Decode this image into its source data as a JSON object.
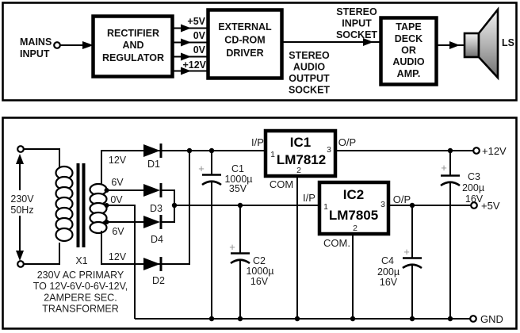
{
  "top": {
    "mains": [
      "MAINS",
      "INPUT"
    ],
    "rectifier_box": [
      "RECTIFIER",
      "AND",
      "REGULATOR"
    ],
    "rails": [
      "+5V",
      "0V",
      "0V",
      "+12V"
    ],
    "cdrom_box": [
      "EXTERNAL",
      "CD-ROM",
      "DRIVER"
    ],
    "input_socket": [
      "STEREO",
      "INPUT",
      "SOCKET"
    ],
    "output_socket": [
      "STEREO",
      "AUDIO",
      "OUTPUT",
      "SOCKET"
    ],
    "tape_box": [
      "TAPE",
      "DECK",
      "OR",
      "AUDIO",
      "AMP."
    ],
    "speaker_label": "LS"
  },
  "schematic": {
    "source": [
      "230V",
      "50Hz"
    ],
    "xfmr_ref": "X1",
    "xfmr_desc": [
      "230V AC PRIMARY",
      "TO 12V-6V-0-6V-12V,",
      "2AMPERE SEC.",
      "TRANSFORMER"
    ],
    "taps": [
      "12V",
      "6V",
      "0V",
      "6V",
      "12V"
    ],
    "diodes": [
      "D1",
      "D3",
      "D4",
      "D2"
    ],
    "caps": [
      [
        "C1",
        "1000µ",
        "35V"
      ],
      [
        "C2",
        "1000µ",
        "16V"
      ],
      [
        "C3",
        "200µ",
        "16V"
      ],
      [
        "C4",
        "200µ",
        "16V"
      ]
    ],
    "plus": "+",
    "ic1": {
      "ref": "IC1",
      "part": "LM7812",
      "in": "I/P",
      "out": "O/P",
      "com": "COM",
      "p1": "1",
      "p2": "2",
      "p3": "3"
    },
    "ic2": {
      "ref": "IC2",
      "part": "LM7805",
      "in": "I/P",
      "out": "O/P",
      "com": "COM.",
      "p1": "1",
      "p2": "2",
      "p3": "3"
    },
    "out_12v": "+12V",
    "out_5v": "+5V",
    "out_gnd": "GND"
  },
  "colors": {
    "line": "#000000",
    "text": "#1c1c1c",
    "background": "#ffffff"
  }
}
